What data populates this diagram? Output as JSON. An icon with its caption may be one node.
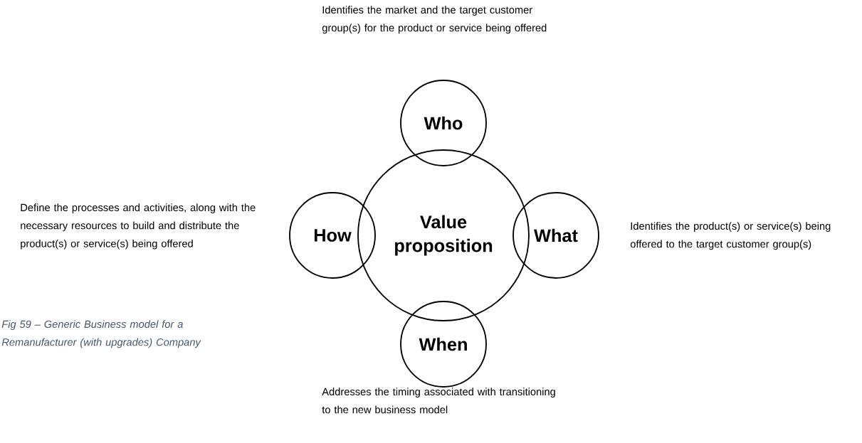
{
  "diagram": {
    "caption": "Fig 59 – Generic Business model for a Remanufacturer (with upgrades) Company",
    "nodes": [
      {
        "text": [
          "Value proposition"
        ]
      },
      {
        "text": [
          "Who"
        ]
      },
      {
        "text": [
          "What"
        ]
      },
      {
        "text": [
          "When"
        ]
      },
      {
        "text": [
          "How"
        ]
      }
    ],
    "labels": [
      "Identifies the market and the target customer group(s) for the product or service being offered",
      "Define the processes and activities, along with the necessary resources to build and distribute the product(s) or service(s) being offered",
      "Identifies the product(s) or service(s) being offered to the target customer group(s)",
      "Addresses the timing associated with transitioning to the new business model"
    ]
  }
}
